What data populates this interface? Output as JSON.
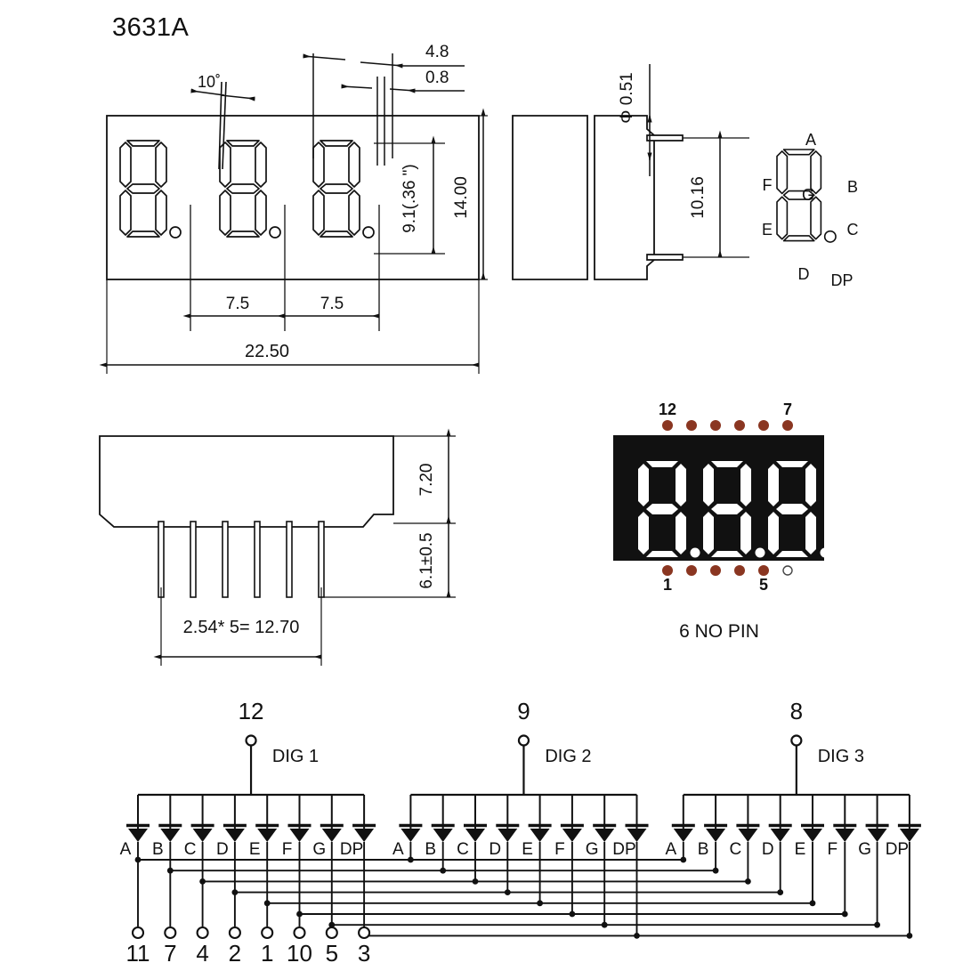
{
  "title": "3631A",
  "front_view": {
    "dim_angle": "10˚",
    "dim_seg_width": "4.8",
    "dim_seg_thin": "0.8",
    "dim_digit_height": "9.1(.36 \")",
    "dim_body_height": "14.00",
    "dim_pitch_1": "7.5",
    "dim_pitch_2": "7.5",
    "dim_body_width": "22.50",
    "digit_count": 3
  },
  "side_view_top": {
    "dim_pin_dia": "Φ 0.51",
    "dim_pin_span": "10.16"
  },
  "segment_legend": {
    "labels": {
      "a": "A",
      "b": "B",
      "c": "C",
      "d": "D",
      "e": "E",
      "f": "F",
      "g": "G",
      "dp": "DP"
    }
  },
  "side_view_bottom": {
    "dim_body_thickness": "7.20",
    "dim_pin_length": "6.1±0.5",
    "dim_pin_pitch": "2.54* 5=  12.70",
    "pin_count": 6
  },
  "pinout_photo": {
    "top_left_pin": "12",
    "top_right_pin": "7",
    "bottom_left_pin": "1",
    "bottom_right_pin": "5",
    "caption": "6 NO PIN",
    "digits": 3,
    "body_color": "#111111",
    "segment_color": "#ffffff",
    "pin_color": "#8a3621",
    "no_pin_color": "#ffffff"
  },
  "schematic": {
    "digits": [
      {
        "label": "DIG 1",
        "common_pin": "12"
      },
      {
        "label": "DIG 2",
        "common_pin": "9"
      },
      {
        "label": "DIG 3",
        "common_pin": "8"
      }
    ],
    "segment_labels": [
      "A",
      "B",
      "C",
      "D",
      "E",
      "F",
      "G",
      "DP"
    ],
    "bottom_pins": [
      "11",
      "7",
      "4",
      "2",
      "1",
      "10",
      "5",
      "3"
    ]
  }
}
